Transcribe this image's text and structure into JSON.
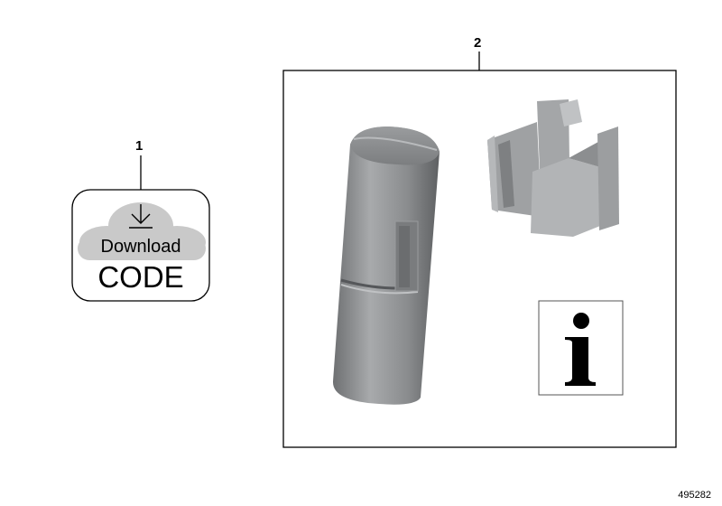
{
  "diagram": {
    "items": [
      {
        "callout": "1",
        "badge_top": "Download",
        "badge_bottom": "CODE"
      },
      {
        "callout": "2",
        "info_icon": "info-icon"
      }
    ],
    "reference_number": "495282",
    "colors": {
      "part_gray": "#8a8c8e",
      "cloud_gray": "#c9c9c9",
      "clip_gray": "#a4a6a8"
    }
  }
}
